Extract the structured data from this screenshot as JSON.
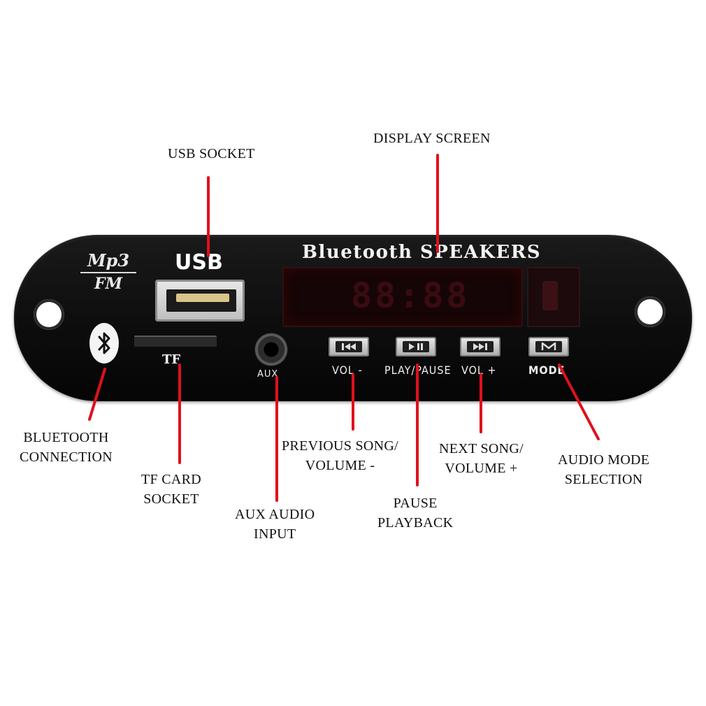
{
  "device": {
    "brand_top": "Mp3",
    "brand_bottom": "FM",
    "usb_label": "USB",
    "tf_label": "TF",
    "aux_label": "AUX",
    "speaker_title": "Bluetooth SPEAKERS",
    "display_digits": "88:88",
    "buttons": [
      {
        "label": "VOL -",
        "icon": "previous-icon"
      },
      {
        "label": "PLAY/PAUSE",
        "icon": "play-pause-icon"
      },
      {
        "label": "VOL +",
        "icon": "next-icon"
      },
      {
        "label": "MODE",
        "icon": "mode-icon"
      }
    ],
    "bluetooth_icon": "bluetooth-icon"
  },
  "callouts": {
    "usb_socket": "USB SOCKET",
    "display_screen": "DISPLAY SCREEN",
    "bluetooth": [
      "BLUETOOTH",
      "CONNECTION"
    ],
    "tf_card": [
      "TF CARD",
      "SOCKET"
    ],
    "aux_input": [
      "AUX AUDIO",
      "INPUT"
    ],
    "previous_song": [
      "PREVIOUS SONG/",
      "VOLUME -"
    ],
    "pause": [
      "PAUSE",
      "PLAYBACK"
    ],
    "next_song": [
      "NEXT SONG/",
      "VOLUME +"
    ],
    "audio_mode": [
      "AUDIO MODE",
      "SELECTION"
    ]
  },
  "colors": {
    "leader_line": "#e0101c",
    "panel": "#0d0d0d",
    "display_glow": "#3a0b10"
  }
}
